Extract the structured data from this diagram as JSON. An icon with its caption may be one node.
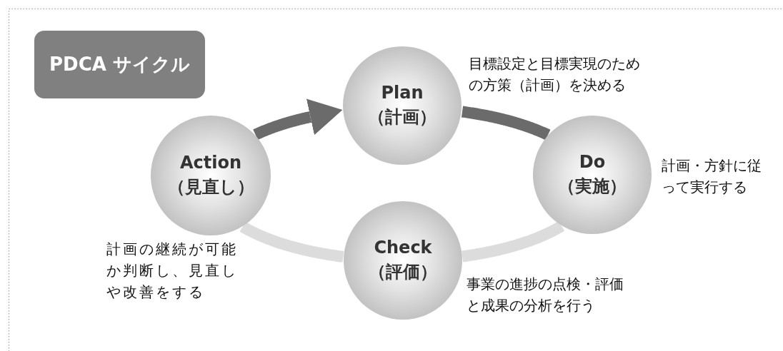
{
  "diagram": {
    "nodes": [
      {
        "text": [
          "PDCA サイクル"
        ]
      },
      {
        "text": [
          "Plan",
          "（計画）"
        ],
        "beside": [
          "目標設定と目標実現のための方策（計画）を決める"
        ]
      },
      {
        "text": [
          "Do",
          "（実施）"
        ],
        "beside": [
          "計画・方針に従って実行する"
        ]
      },
      {
        "text": [
          "Check",
          "（評価）"
        ],
        "beside": [
          "事業の進捗の点検・評価と成果の分析を行う"
        ]
      },
      {
        "text": [
          "Action",
          "（見直し）"
        ],
        "beside": [
          "計画の継続が可能か判断し、見直しや改善をする"
        ]
      }
    ],
    "edges": [
      {
        "from": 1,
        "to": 2,
        "arrow": "none",
        "color": "#6b6b6b"
      },
      {
        "from": 2,
        "to": 3,
        "arrow": "none",
        "color": "#dcdcdc"
      },
      {
        "from": 3,
        "to": 4,
        "arrow": "none",
        "color": "#dcdcdc"
      },
      {
        "from": 4,
        "to": 1,
        "arrow": "to",
        "color": "#6b6b6b"
      }
    ]
  }
}
